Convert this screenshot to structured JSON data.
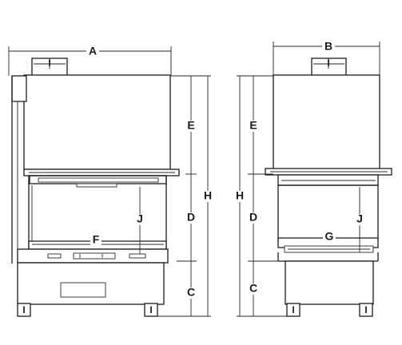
{
  "labels": {
    "overall_width_front": "A",
    "overall_width_side": "B",
    "upper_height": "E",
    "opening_height": "D",
    "base_height": "C",
    "total_height": "H",
    "flue_collar": "I",
    "foot_marker": "I",
    "firebox_depth_inner": "J",
    "hearth_width_front": "F",
    "hearth_width_side": "G"
  }
}
